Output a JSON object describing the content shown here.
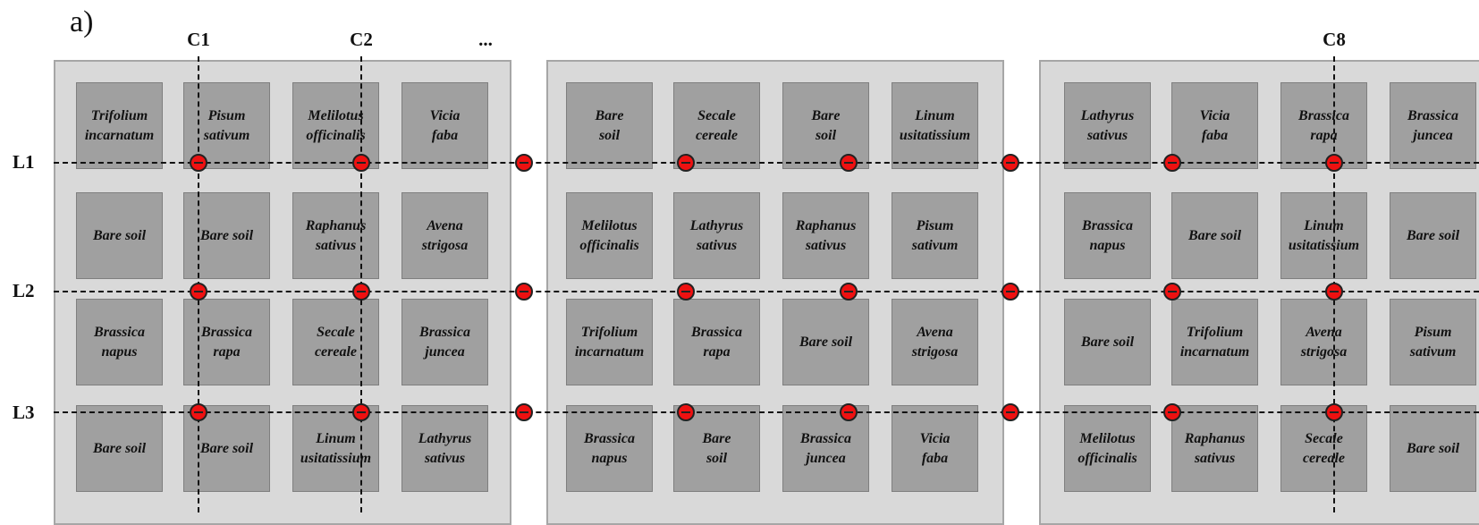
{
  "panel_label": "a)",
  "column_labels": [
    "C1",
    "C2",
    "C8"
  ],
  "ellipsis": "...",
  "row_labels": [
    "L1",
    "L2",
    "L3"
  ],
  "blocks": [
    {
      "plots": [
        [
          "Trifolium\nincarnatum",
          "Pisum\nsativum",
          "Melilotus\nofficinalis",
          "Vicia\nfaba"
        ],
        [
          "Bare soil",
          "Bare soil",
          "Raphanus\nsativus",
          "Avena\nstrigosa"
        ],
        [
          "Brassica\nnapus",
          "Brassica\nrapa",
          "Secale\ncereale",
          "Brassica\njuncea"
        ],
        [
          "Bare soil",
          "Bare soil",
          "Linum\nusitatissium",
          "Lathyrus\nsativus"
        ]
      ]
    },
    {
      "plots": [
        [
          "Bare\nsoil",
          "Secale\ncereale",
          "Bare\nsoil",
          "Linum\nusitatissium"
        ],
        [
          "Melilotus\nofficinalis",
          "Lathyrus\nsativus",
          "Raphanus\nsativus",
          "Pisum\nsativum"
        ],
        [
          "Trifolium\nincarnatum",
          "Brassica\nrapa",
          "Bare soil",
          "Avena\nstrigosa"
        ],
        [
          "Brassica\nnapus",
          "Bare\nsoil",
          "Brassica\njuncea",
          "Vicia\nfaba"
        ]
      ]
    },
    {
      "plots": [
        [
          "Lathyrus\nsativus",
          "Vicia\nfaba",
          "Brassica\nrapa",
          "Brassica\njuncea"
        ],
        [
          "Brassica\nnapus",
          "Bare soil",
          "Linum\nusitatissium",
          "Bare soil"
        ],
        [
          "Bare soil",
          "Trifolium\nincarnatum",
          "Avena\nstrigosa",
          "Pisum\nsativum"
        ],
        [
          "Melilotus\nofficinalis",
          "Raphanus\nsativus",
          "Secale\ncereale",
          "Bare soil"
        ]
      ]
    }
  ],
  "colors": {
    "sampling_point": "#ee1111",
    "plot_fill": "#a0a0a0",
    "block_fill": "#d9d9d9",
    "line": "#111111"
  }
}
